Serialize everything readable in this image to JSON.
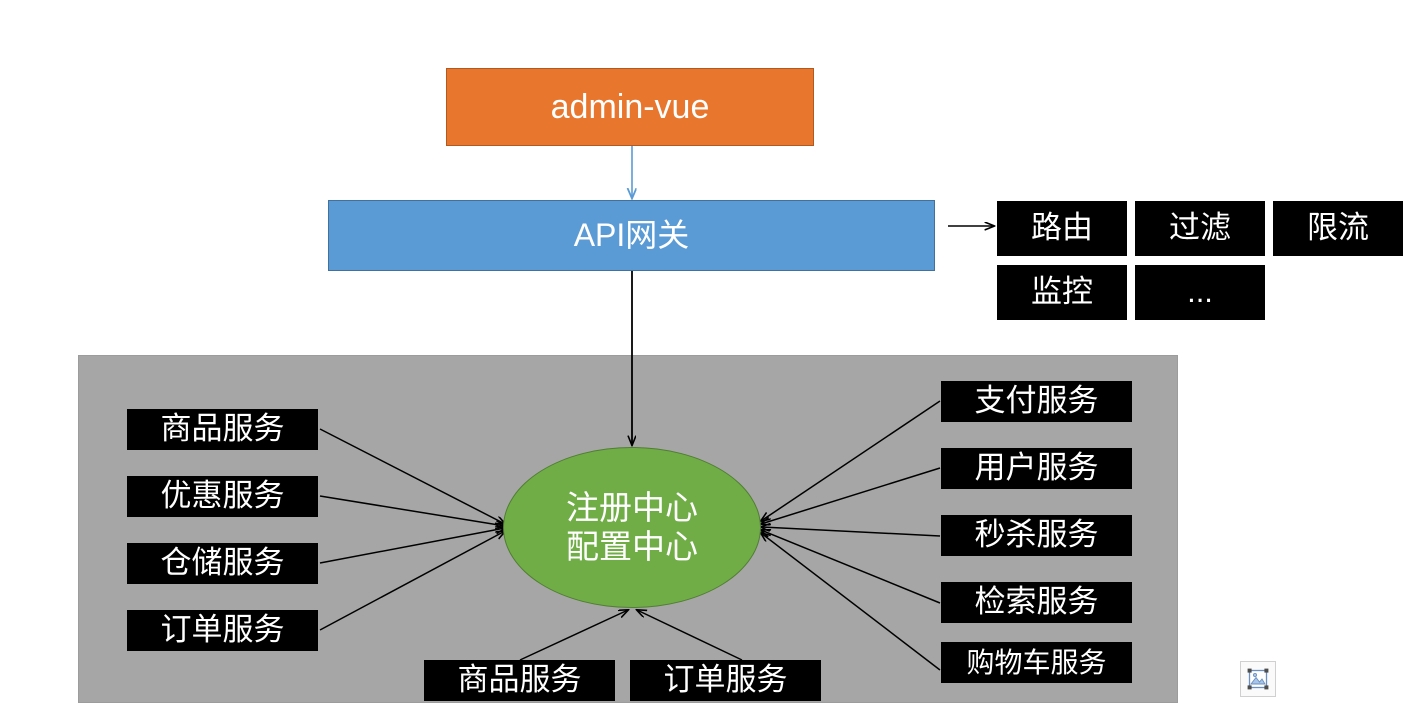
{
  "diagram": {
    "title": "microservice-architecture",
    "colors": {
      "frontend": "#E8762C",
      "gateway": "#5B9BD5",
      "registry": "#70AD47",
      "service_chip": "#000000",
      "panel": "#A6A6A6",
      "frontend_arrow": "#5B9BD5",
      "arrow": "#000000"
    },
    "frontend": {
      "label": "admin-vue"
    },
    "gateway": {
      "label": "API网关"
    },
    "gateway_features": [
      {
        "label": "路由"
      },
      {
        "label": "过滤"
      },
      {
        "label": "限流"
      },
      {
        "label": "监控"
      },
      {
        "label": "..."
      }
    ],
    "registry": {
      "line1": "注册中心",
      "line2": "配置中心"
    },
    "services_left": [
      {
        "label": "商品服务"
      },
      {
        "label": "优惠服务"
      },
      {
        "label": "仓储服务"
      },
      {
        "label": "订单服务"
      }
    ],
    "services_right": [
      {
        "label": "支付服务"
      },
      {
        "label": "用户服务"
      },
      {
        "label": "秒杀服务"
      },
      {
        "label": "检索服务"
      },
      {
        "label": "购物车服务"
      }
    ],
    "services_bottom": [
      {
        "label": "商品服务"
      },
      {
        "label": "订单服务"
      }
    ],
    "image_placeholder": {
      "icon": "broken-image-icon"
    }
  }
}
